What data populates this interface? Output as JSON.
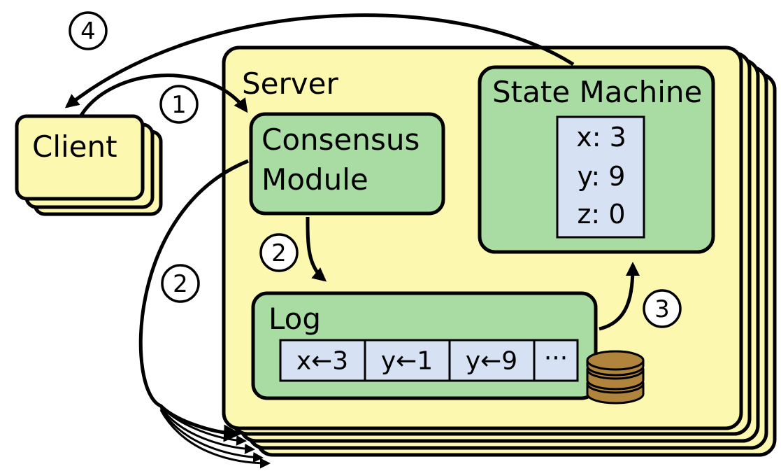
{
  "colors": {
    "client_fill": "#fcf8b0",
    "server_fill": "#fcf8b0",
    "module_fill": "#a8dca3",
    "entry_fill": "#d6e2f3",
    "disk_fill": "#b0843c",
    "stroke": "#000000"
  },
  "client": {
    "label": "Client"
  },
  "server": {
    "label": "Server"
  },
  "consensus_module": {
    "line1": "Consensus",
    "line2": "Module"
  },
  "state_machine": {
    "title": "State Machine",
    "vars": [
      "x: 3",
      "y: 9",
      "z: 0"
    ]
  },
  "log": {
    "title": "Log",
    "entries": [
      "x←3",
      "y←1",
      "y←9",
      "···"
    ]
  },
  "steps": {
    "s1": "1",
    "s2a": "2",
    "s2b": "2",
    "s3": "3",
    "s4": "4"
  },
  "icons": {
    "disk": "disk-stack-icon"
  }
}
